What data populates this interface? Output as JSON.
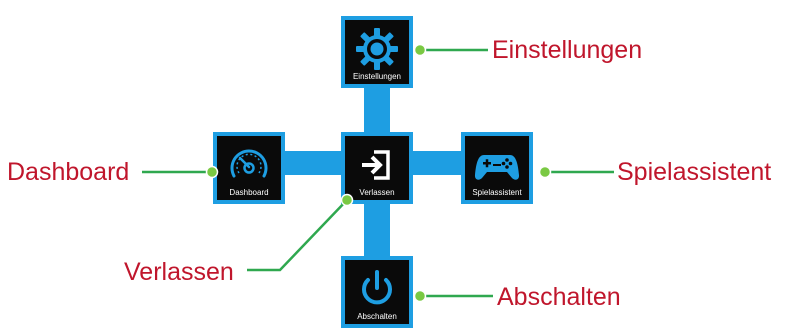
{
  "menu": {
    "tiles": {
      "settings": {
        "label": "Einstellungen",
        "icon": "gear-icon"
      },
      "dashboard": {
        "label": "Dashboard",
        "icon": "speedometer-icon"
      },
      "exit": {
        "label": "Verlassen",
        "icon": "exit-icon"
      },
      "game_assist": {
        "label": "Spielassistent",
        "icon": "gamepad-icon"
      },
      "power_off": {
        "label": "Abschalten",
        "icon": "power-icon"
      }
    }
  },
  "callouts": {
    "settings": "Einstellungen",
    "dashboard": "Dashboard",
    "game_assist": "Spielassistent",
    "exit": "Verlassen",
    "power_off": "Abschalten"
  },
  "colors": {
    "accent_blue": "#1e9ee2",
    "tile_background": "#0a0a0a",
    "callout_text": "#c0162c",
    "leader_line": "#2fa84f",
    "dot": "#7ac943"
  }
}
